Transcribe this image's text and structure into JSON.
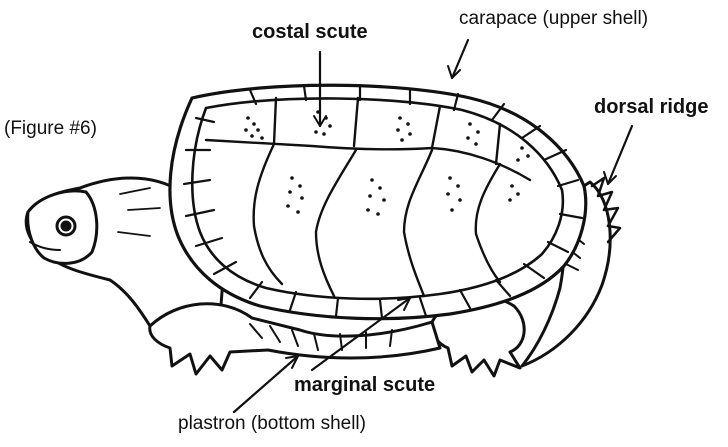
{
  "figure_label": "(Figure #6)",
  "labels": {
    "costal_scute": "costal scute",
    "carapace": "carapace (upper shell)",
    "dorsal_ridge": "dorsal ridge",
    "marginal_scute": "marginal scute",
    "plastron": "plastron (bottom shell)"
  },
  "colors": {
    "ink": "#111111",
    "background": "#ffffff"
  }
}
